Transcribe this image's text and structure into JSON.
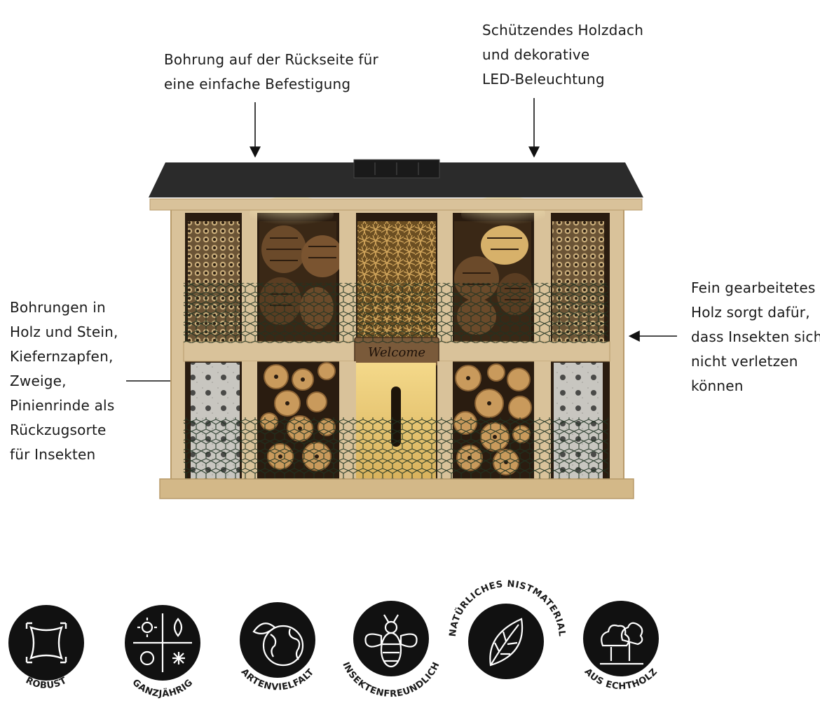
{
  "callouts": {
    "top_left": [
      "Bohrung auf der Rückseite für",
      "eine einfache Befestigung"
    ],
    "top_right": [
      "Schützendes Holzdach",
      "und dekorative",
      "LED-Beleuchtung"
    ],
    "left": [
      "Bohrungen in",
      "Holz und Stein,",
      "Kiefernzapfen,",
      "Zweige,",
      "Pinienrinde als",
      "Rückzugsorte",
      "für Insekten"
    ],
    "right": [
      "Fein gearbeitetes",
      "Holz sorgt dafür,",
      "dass Insekten sich",
      "nicht verletzen",
      "können"
    ]
  },
  "sign_text": "Welcome",
  "badges": [
    {
      "label": "ROBUST",
      "icon": "shield-square-icon"
    },
    {
      "label": "GANZJÄHRIG",
      "icon": "four-seasons-icon"
    },
    {
      "label": "ARTENVIELFALT",
      "icon": "globe-leaf-icon"
    },
    {
      "label": "INSEKTENFREUNDLICH",
      "icon": "bee-icon"
    },
    {
      "label": "NATÜRLICHES NISTMATERIAL",
      "icon": "leaf-icon"
    },
    {
      "label": "AUS ECHTHOLZ",
      "icon": "tree-icon"
    }
  ],
  "colors": {
    "roof": "#2b2b2b",
    "wood": "#d9c29a",
    "inner": "#3a2a1a",
    "led": "#ffe9a0",
    "badge": "#111111"
  }
}
